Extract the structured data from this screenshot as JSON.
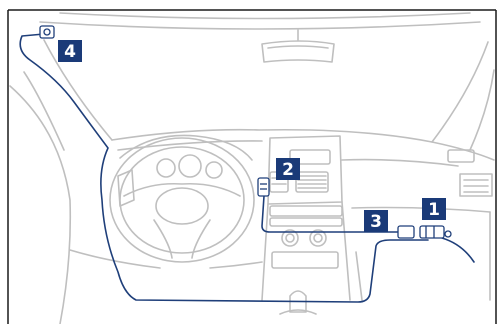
{
  "colors": {
    "frame": "#1a1a1a",
    "interior_line": "#bfbfbf",
    "cable": "#1f3f7a",
    "badge_fill": "#1a3a78",
    "badge_text": "#ffffff"
  },
  "callouts": [
    {
      "id": "one",
      "label": "1"
    },
    {
      "id": "two",
      "label": "2"
    },
    {
      "id": "three",
      "label": "3"
    },
    {
      "id": "four",
      "label": "4"
    }
  ]
}
